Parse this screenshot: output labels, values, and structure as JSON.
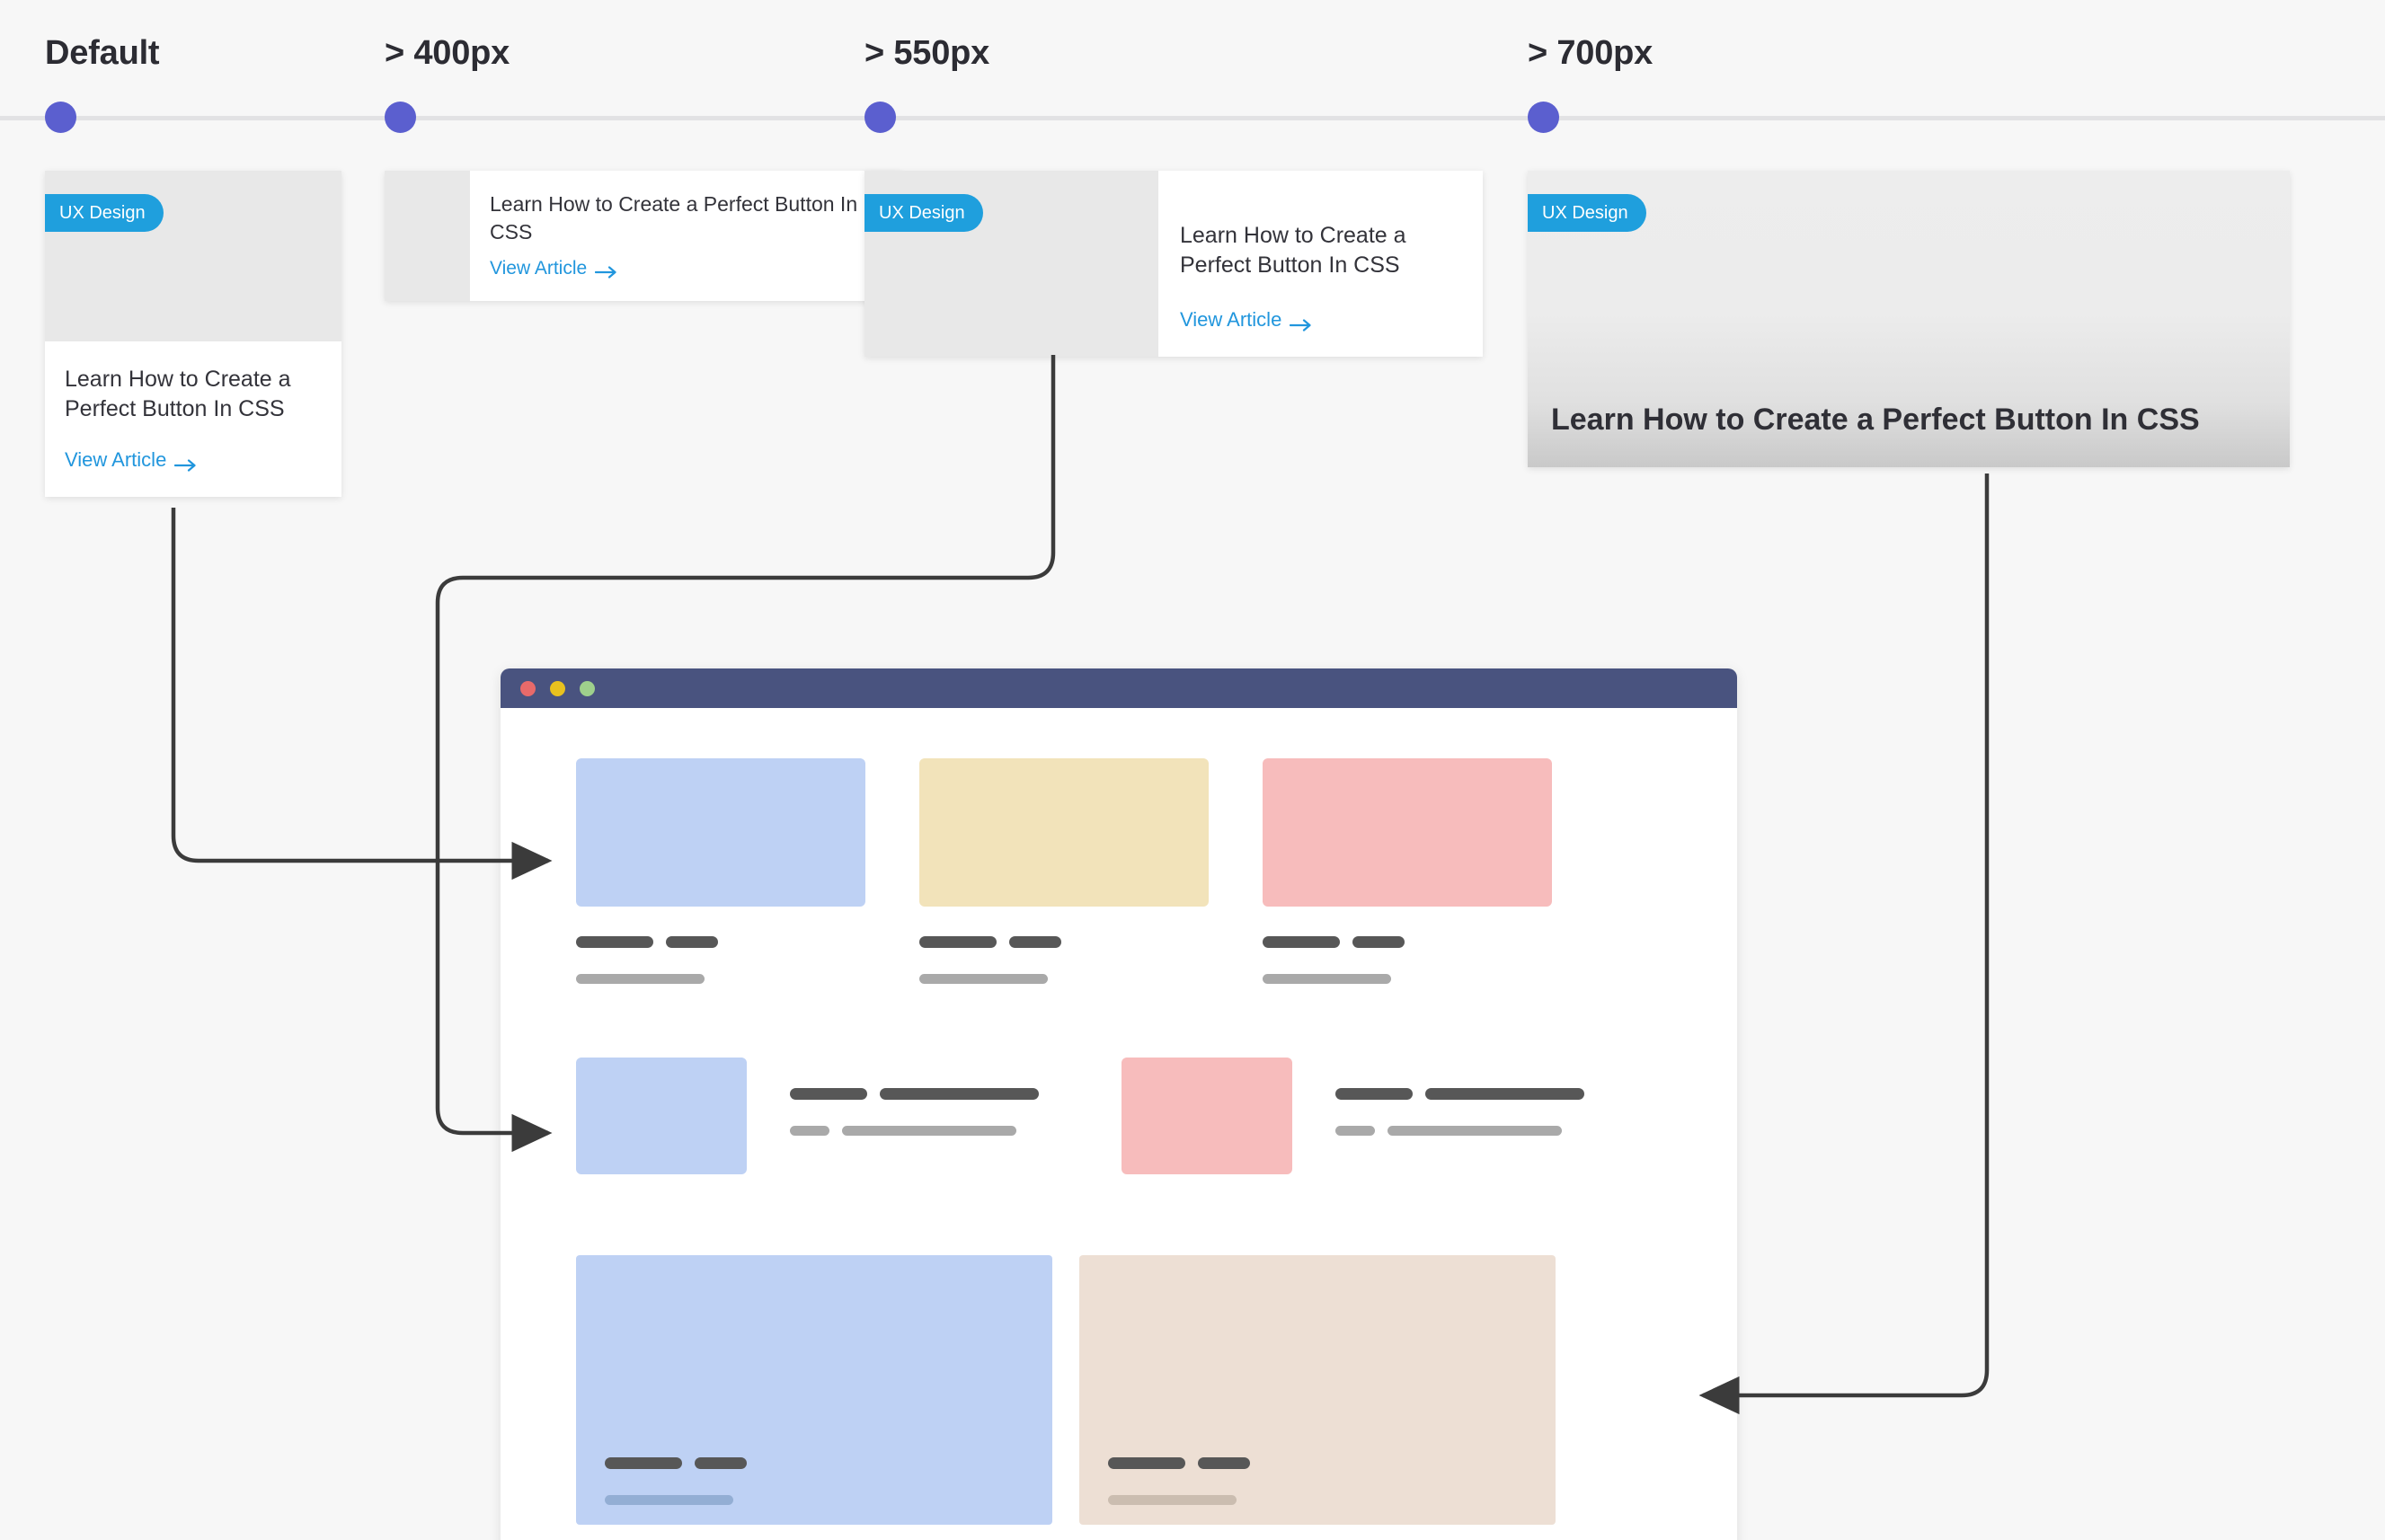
{
  "breakpoints": [
    {
      "label": "Default",
      "dot_color": "#5b5fcf"
    },
    {
      "label": "> 400px",
      "dot_color": "#5b5fcf"
    },
    {
      "label": "> 550px",
      "dot_color": "#5b5fcf"
    },
    {
      "label": "> 700px",
      "dot_color": "#5b5fcf"
    }
  ],
  "cards": {
    "default": {
      "badge": "UX Design",
      "title": "Learn How to Create a Perfect Button In CSS",
      "link": "View Article"
    },
    "bp400": {
      "title": "Learn How to Create a Perfect Button In CSS",
      "link": "View Article"
    },
    "bp550": {
      "badge": "UX Design",
      "title": "Learn How to Create a Perfect Button In CSS",
      "link": "View Article"
    },
    "bp700": {
      "badge": "UX Design",
      "title": "Learn How to Create a Perfect Button In CSS"
    }
  },
  "colors": {
    "badge_blue": "#1f9fdd",
    "link_blue": "#2196dd",
    "dot_purple": "#5b5fcf",
    "track_gray": "#e2e2e4",
    "thumb_gray": "#e8e8e8",
    "page_bg": "#f7f7f7",
    "browser_chrome": "#49537f",
    "traffic_red": "#e86a6a",
    "traffic_yellow": "#e8c11e",
    "traffic_green": "#9ed08c",
    "connector_stroke": "#3b3b3b"
  },
  "browser": {
    "traffic_lights": [
      "close-red",
      "minimize-yellow",
      "maximize-green"
    ],
    "row1": [
      {
        "block_color": "#bed1f4"
      },
      {
        "block_color": "#f2e3ba"
      },
      {
        "block_color": "#f7bcbc"
      }
    ],
    "row2": [
      {
        "block_color": "#bed1f4"
      },
      {
        "block_color": "#f7bcbc"
      }
    ],
    "row3": [
      {
        "block_color": "#bed1f4",
        "underline_color": "#93aed4"
      },
      {
        "block_color": "#eddfd4",
        "underline_color": "#cbbdb0"
      }
    ]
  }
}
